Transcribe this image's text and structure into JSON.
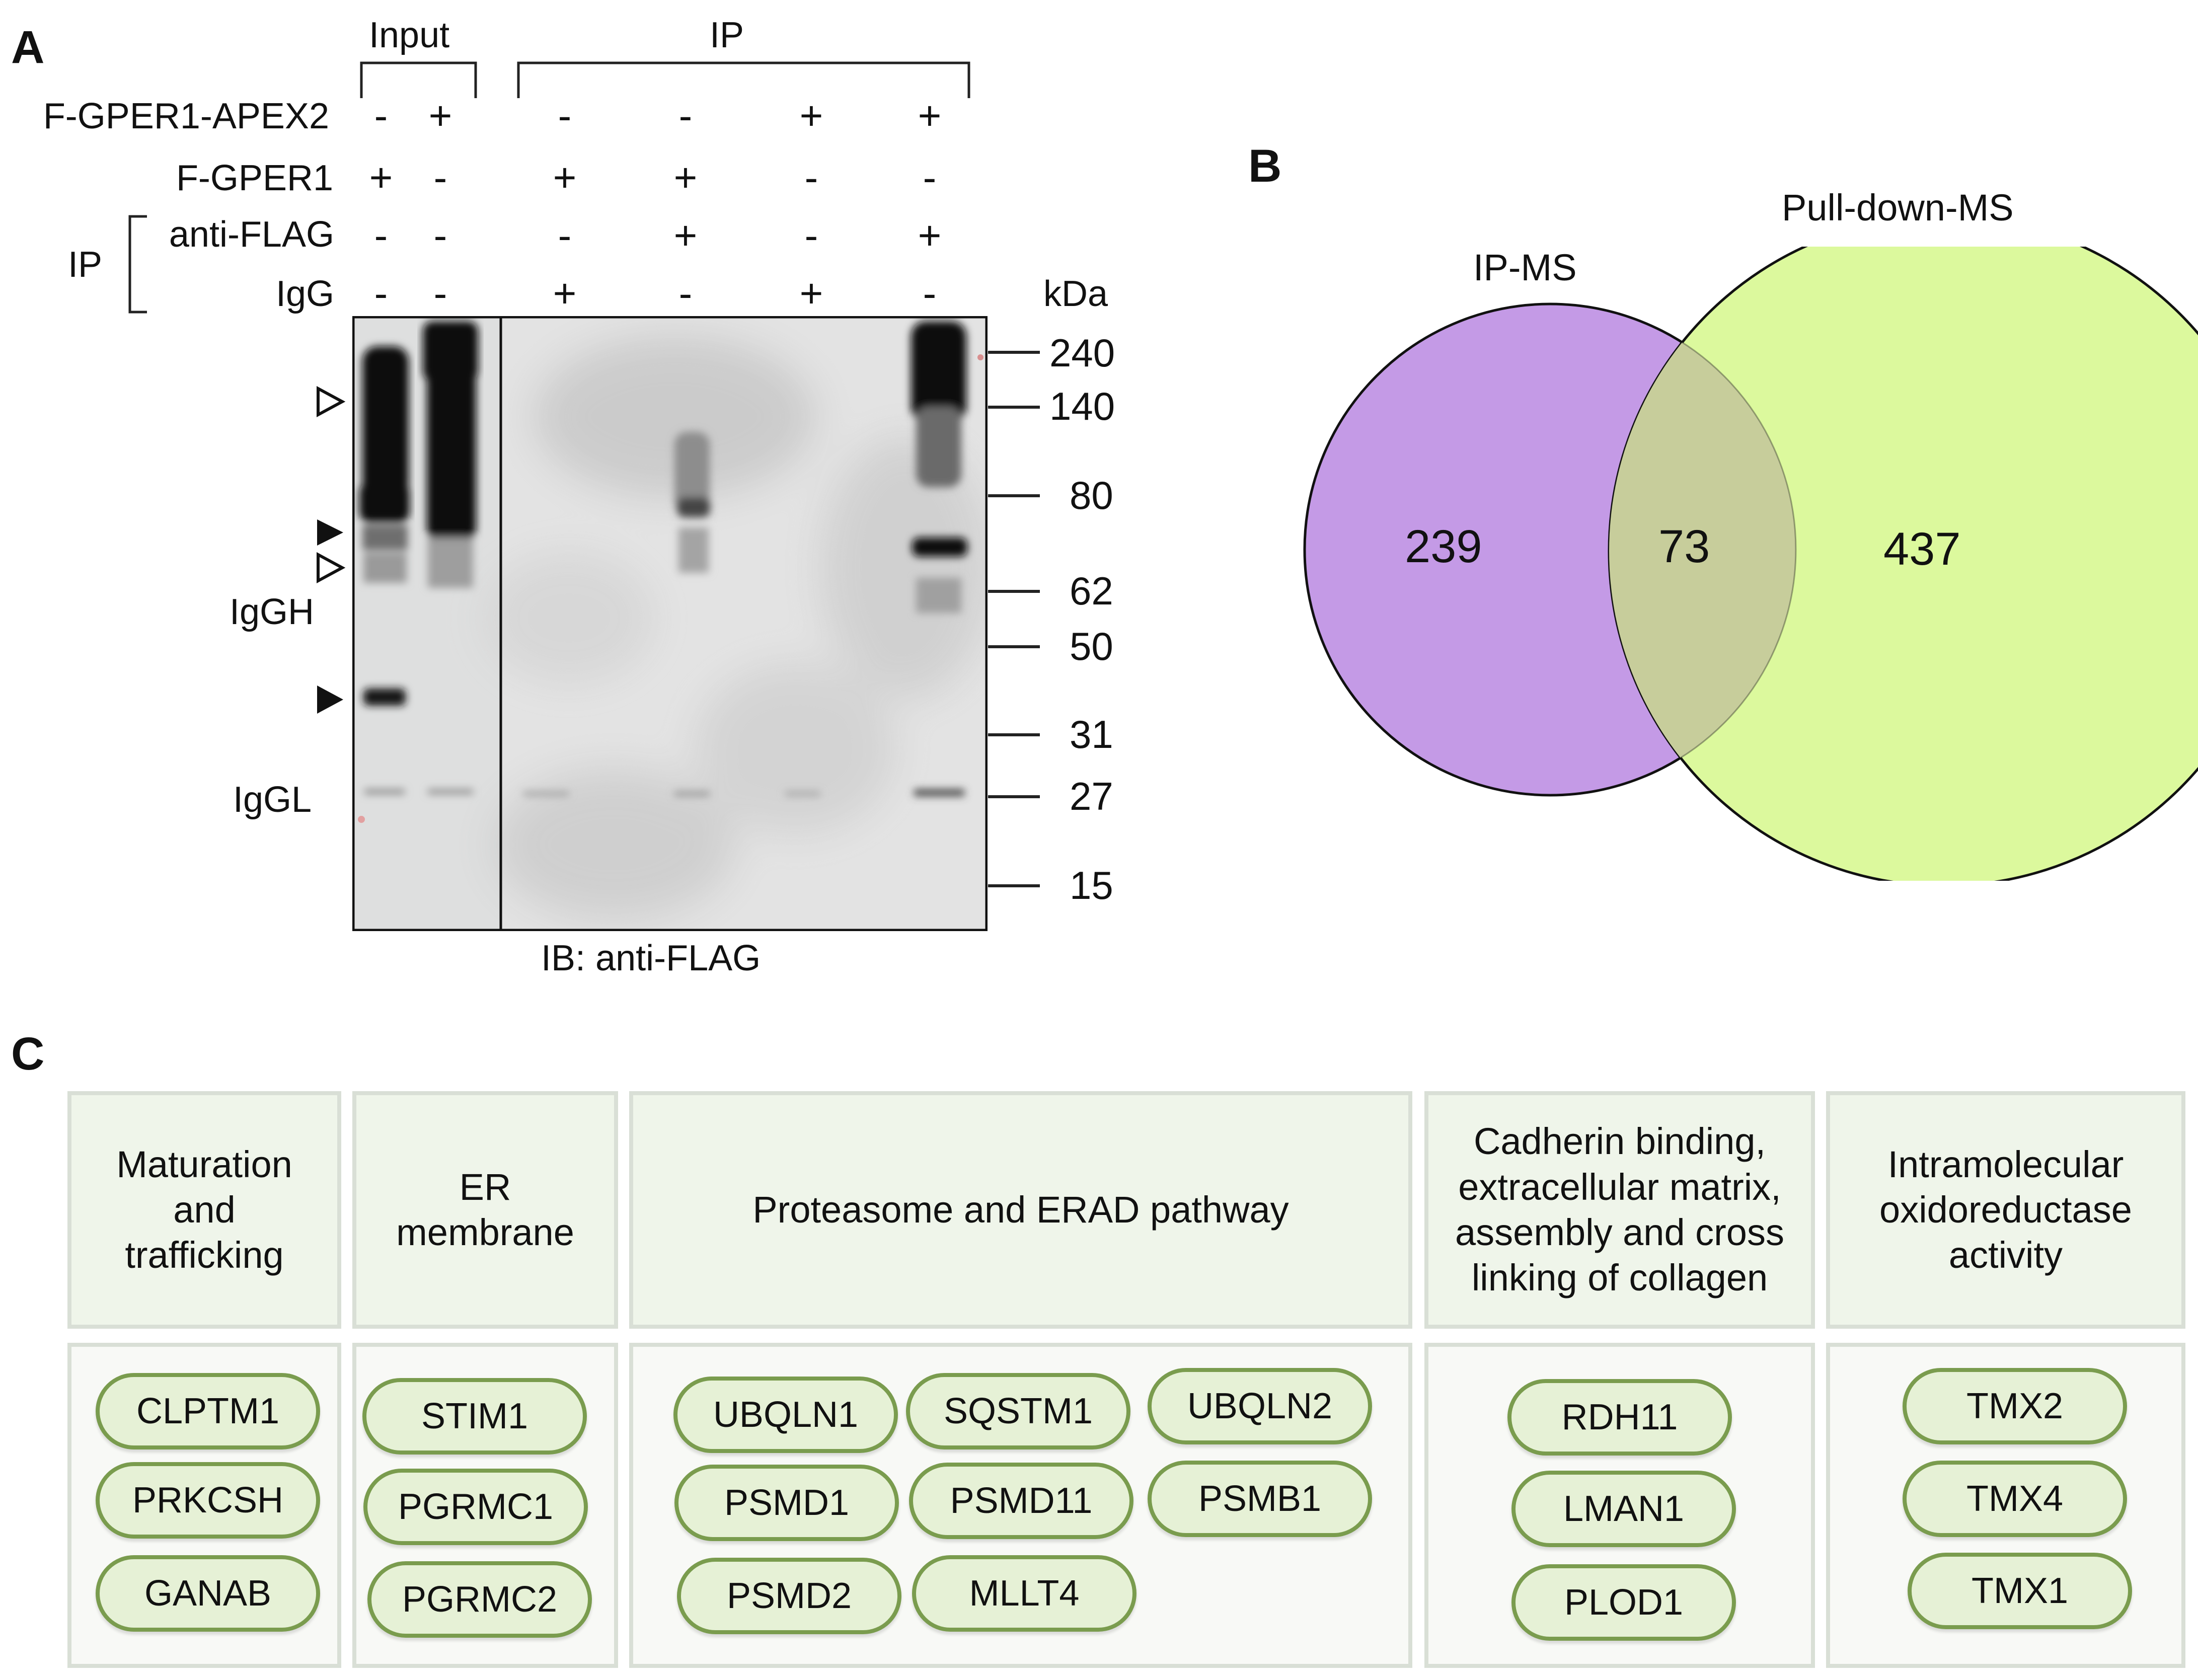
{
  "panelA": {
    "letter": "A",
    "header_input": "Input",
    "header_ip": "IP",
    "row_labels": {
      "apex": "F-GPER1-APEX2",
      "gper": "F-GPER1",
      "ip_side": "IP",
      "antiflag": "anti-FLAG",
      "igg": "IgG"
    },
    "signs": {
      "apex": [
        "-",
        "+",
        "-",
        "-",
        "+",
        "+"
      ],
      "gper": [
        "+",
        "-",
        "+",
        "+",
        "-",
        "-"
      ],
      "antiflag": [
        "-",
        "-",
        "-",
        "+",
        "-",
        "+"
      ],
      "igg": [
        "-",
        "-",
        "+",
        "-",
        "+",
        "-"
      ]
    },
    "kda_label": "kDa",
    "markers": [
      "240",
      "140",
      "80",
      "62",
      "50",
      "31",
      "27",
      "15"
    ],
    "igg_heavy": "IgGH",
    "igg_light": "IgGL",
    "ib_label": "IB: anti-FLAG"
  },
  "panelB": {
    "letter": "B",
    "set1_label": "IP-MS",
    "set2_label": "Pull-down-MS",
    "only_set1": "239",
    "overlap": "73",
    "only_set2": "437",
    "colors": {
      "set1": "#c49ae6",
      "set2": "#dcf99d",
      "overlap": "#c7cd9b"
    }
  },
  "panelC": {
    "letter": "C",
    "categories": [
      {
        "title": "Maturation\nand\ntrafficking",
        "proteins": [
          "CLPTM1",
          "PRKCSH",
          "GANAB"
        ]
      },
      {
        "title": "ER\nmembrane",
        "proteins": [
          "STIM1",
          "PGRMC1",
          "PGRMC2"
        ]
      },
      {
        "title": "Proteasome and ERAD pathway",
        "proteins": [
          "UBQLN1",
          "SQSTM1",
          "UBQLN2",
          "PSMD1",
          "PSMD11",
          "PSMB1",
          "PSMD2",
          "MLLT4"
        ]
      },
      {
        "title": "Cadherin binding,\nextracellular matrix,\nassembly and cross\nlinking of collagen",
        "proteins": [
          "RDH11",
          "LMAN1",
          "PLOD1"
        ]
      },
      {
        "title": "Intramolecular\noxidoreductase\nactivity",
        "proteins": [
          "TMX2",
          "TMX4",
          "TMX1"
        ]
      }
    ]
  }
}
